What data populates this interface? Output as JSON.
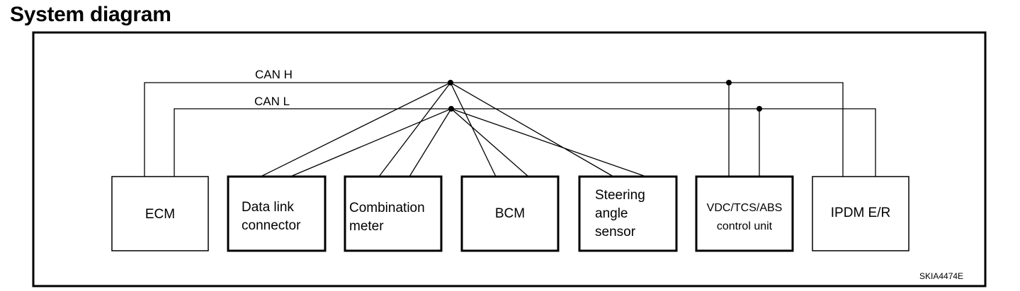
{
  "title": "System diagram",
  "bus": {
    "can_h": "CAN H",
    "can_l": "CAN L"
  },
  "modules": [
    {
      "id": "ecm",
      "lines": [
        "ECM"
      ]
    },
    {
      "id": "data-link-connector",
      "lines": [
        "Data link",
        "connector"
      ]
    },
    {
      "id": "combination-meter",
      "lines": [
        "Combination",
        "meter"
      ]
    },
    {
      "id": "bcm",
      "lines": [
        "BCM"
      ]
    },
    {
      "id": "steering-angle-sensor",
      "lines": [
        "Steering",
        "angle",
        "sensor"
      ]
    },
    {
      "id": "vdc-tcs-abs-control-unit",
      "lines": [
        "VDC/TCS/ABS",
        "control unit"
      ]
    },
    {
      "id": "ipdm-e-r",
      "lines": [
        "IPDM E/R"
      ]
    }
  ],
  "figure_code": "SKIA4474E"
}
